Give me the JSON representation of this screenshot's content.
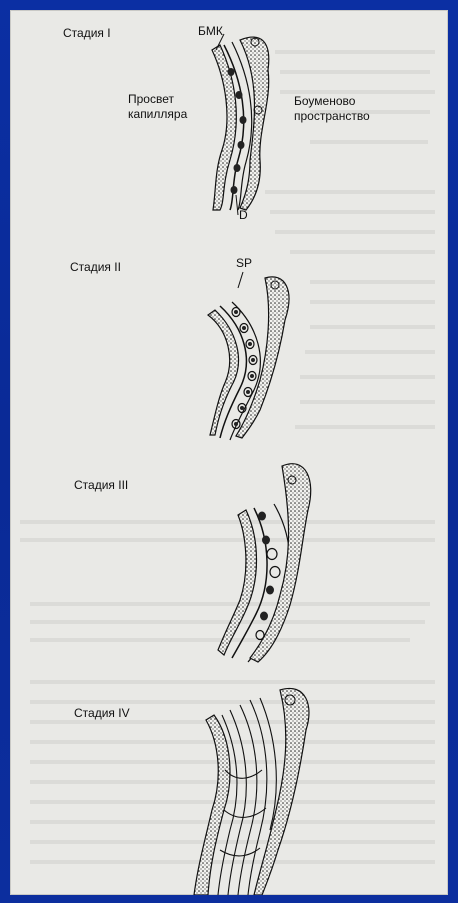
{
  "stage1": {
    "title": "Стадия I",
    "gbm_label": "БМК",
    "lumen_label_1": "Просвет",
    "lumen_label_2": "капилляра",
    "bowman_label_1": "Боуменово",
    "bowman_label_2": "пространство",
    "d_label": "D"
  },
  "stage2": {
    "title": "Стадия II",
    "sp_label": "SP"
  },
  "stage3": {
    "title": "Стадия III"
  },
  "stage4": {
    "title": "Стадия IV"
  },
  "colors": {
    "background": "#0b2fa3",
    "paper": "#e9e9e6",
    "ink": "#111111"
  }
}
